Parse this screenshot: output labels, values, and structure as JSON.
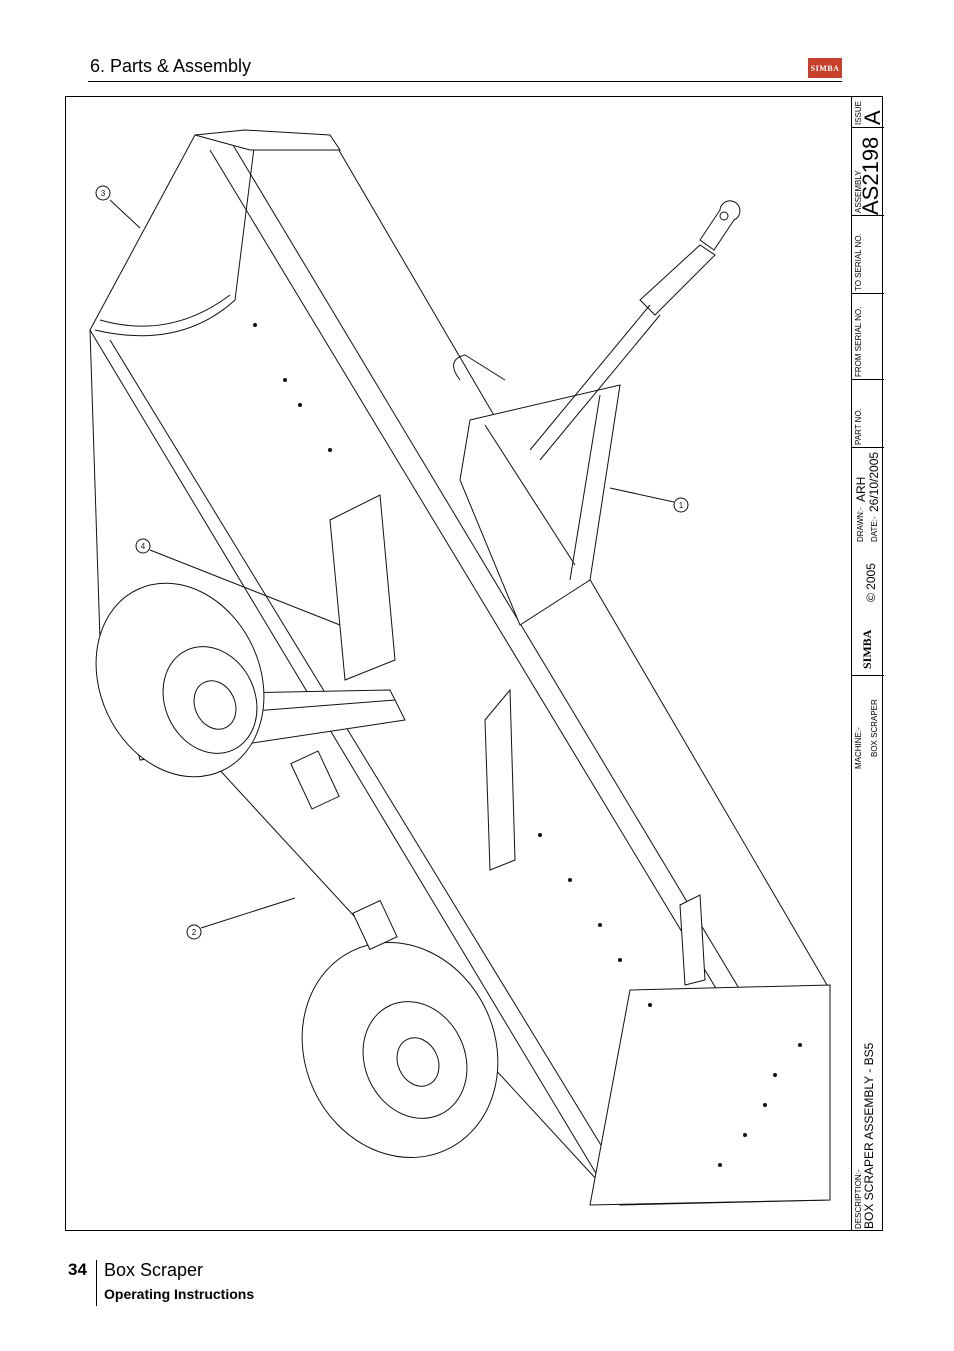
{
  "header": {
    "section": "6. Parts & Assembly",
    "logo": "SIMBA"
  },
  "title_block": {
    "issue_label": "ISSUE",
    "issue": "A",
    "assembly_label": "ASSEMBLY",
    "assembly_no": "AS2198",
    "to_serial_label": "TO SERIAL NO.",
    "from_serial_label": "FROM SERIAL NO.",
    "part_no_label": "PART NO.",
    "drawn_label": "DRAWN:-",
    "drawn_by": "ARH",
    "date_label": "DATE:-",
    "date": "26/10/2005",
    "copyright": "© 2005",
    "logo": "SIMBA",
    "machine_label": "MACHINE:-",
    "machine": "BOX SCRAPER",
    "description_label": "DESCRIPTION:-",
    "description": "BOX SCRAPER ASSEMBLY - BS5"
  },
  "callouts": [
    "1",
    "2",
    "3",
    "4"
  ],
  "footer": {
    "page_number": "34",
    "title": "Box Scraper",
    "subtitle": "Operating Instructions"
  }
}
